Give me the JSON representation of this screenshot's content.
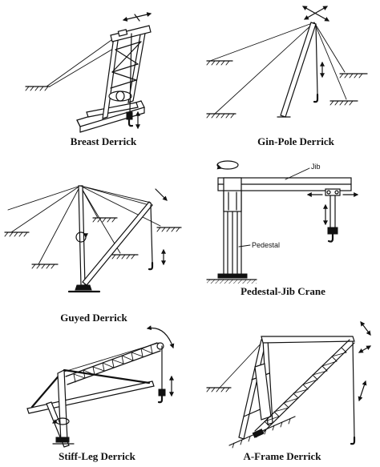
{
  "panels": [
    {
      "id": "breast-derrick",
      "caption": "Breast Derrick"
    },
    {
      "id": "gin-pole-derrick",
      "caption": "Gin-Pole Derrick"
    },
    {
      "id": "guyed-derrick",
      "caption": "Guyed Derrick"
    },
    {
      "id": "pedestal-jib-crane",
      "caption": "Pedestal-Jib Crane",
      "labels": {
        "jib": "Jib",
        "pedestal": "Pedestal"
      }
    },
    {
      "id": "stiff-leg-derrick",
      "caption": "Stiff-Leg Derrick"
    },
    {
      "id": "a-frame-derrick",
      "caption": "A-Frame Derrick"
    }
  ]
}
